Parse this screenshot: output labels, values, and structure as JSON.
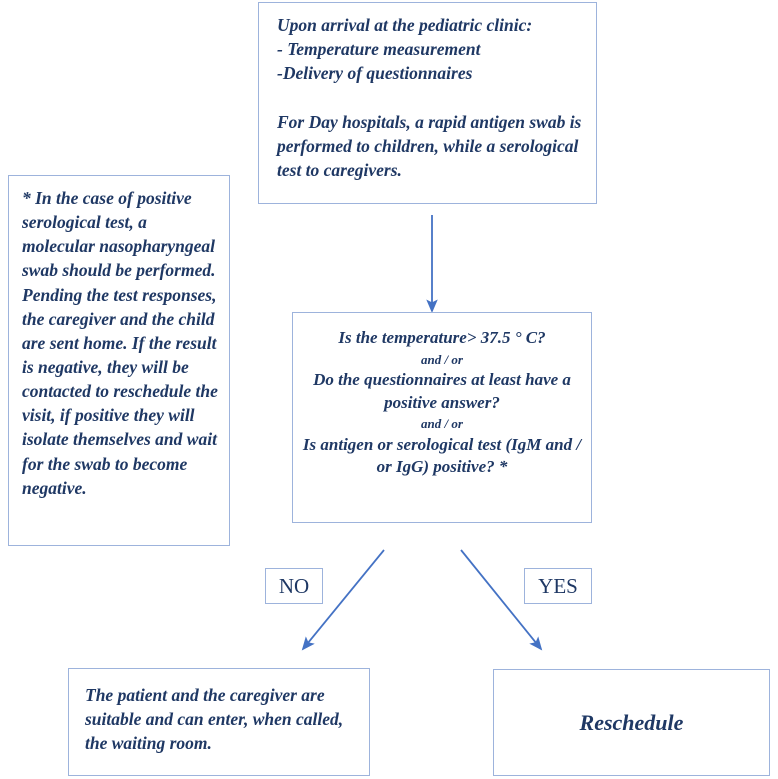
{
  "diagram": {
    "title": "Pediatric clinic COVID-19 triage flowchart",
    "colors": {
      "box_border": "#9DB3DC",
      "connector": "#4472C4",
      "text": "#1F3864",
      "background": "#FFFFFF"
    },
    "nodes": {
      "intake": {
        "id": "intake",
        "type": "process",
        "text": "Upon arrival at the pediatric clinic:\n- Temperature measurement\n-Delivery of questionnaires\n\nFor Day hospitals, a rapid antigen swab is performed to children, while a serological test to caregivers."
      },
      "footnote": {
        "id": "footnote",
        "type": "note",
        "text": "* In the case of positive serological test, a molecular nasopharyngeal swab should be performed. Pending the test responses, the caregiver and the child are sent home. If the result is negative, they will be contacted to reschedule the visit, if positive they will isolate themselves and wait for the swab to become negative."
      },
      "decision": {
        "id": "decision",
        "type": "decision",
        "question_1": "Is the temperature> 37.5 ° C?",
        "conjunction_1": "and / or",
        "question_2": "Do the questionnaires at least have a positive answer?",
        "conjunction_2": "and / or",
        "question_3": "Is antigen or serological test (IgM and / or IgG) positive? *"
      },
      "outcome_no": {
        "id": "outcome-suitable",
        "type": "terminator",
        "text": "The patient and the caregiver are suitable and can enter, when called, the waiting room."
      },
      "outcome_yes": {
        "id": "outcome-reschedule",
        "type": "terminator",
        "text": "Reschedule"
      }
    },
    "edges": {
      "intake_to_decision": {
        "label": ""
      },
      "decision_to_no": {
        "label": "NO"
      },
      "decision_to_yes": {
        "label": "YES"
      }
    }
  }
}
